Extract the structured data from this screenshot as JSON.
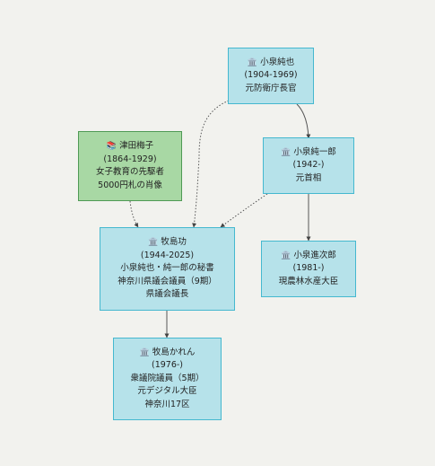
{
  "nodes": {
    "junya": {
      "icon": "🏛️",
      "name": "小泉純也",
      "years": "(1904-1969)",
      "lines": [
        "元防衛庁長官"
      ]
    },
    "junichiro": {
      "icon": "🏛️",
      "name": "小泉純一郎",
      "years": "(1942-)",
      "lines": [
        "元首相"
      ]
    },
    "umeko": {
      "icon": "📚",
      "name": "津田梅子",
      "years": "(1864-1929)",
      "lines": [
        "女子教育の先駆者",
        "5000円札の肖像"
      ]
    },
    "isao": {
      "icon": "🏛️",
      "name": "牧島功",
      "years": "(1944-2025)",
      "lines": [
        "小泉純也・純一郎の秘書",
        "神奈川県議会議員（9期）",
        "県議会議長"
      ]
    },
    "shinjiro": {
      "icon": "🏛️",
      "name": "小泉進次郎",
      "years": "(1981-)",
      "lines": [
        "現農林水産大臣"
      ]
    },
    "karen": {
      "icon": "🏛️",
      "name": "牧島かれん",
      "years": "(1976-)",
      "lines": [
        "衆議院議員（5期）",
        "元デジタル大臣",
        "神奈川17区"
      ]
    }
  },
  "edges": [
    {
      "from": "junya",
      "to": "junichiro",
      "style": "solid"
    },
    {
      "from": "junya",
      "to": "isao",
      "style": "dotted"
    },
    {
      "from": "umeko",
      "to": "isao",
      "style": "dotted"
    },
    {
      "from": "junichiro",
      "to": "isao",
      "style": "dotted"
    },
    {
      "from": "junichiro",
      "to": "shinjiro",
      "style": "solid"
    },
    {
      "from": "isao",
      "to": "karen",
      "style": "solid"
    }
  ],
  "colors": {
    "politician_fill": "#b6e2ea",
    "politician_border": "#45b8cf",
    "educator_fill": "#a8d8a4",
    "educator_border": "#4f9a55",
    "edge": "#555555"
  }
}
